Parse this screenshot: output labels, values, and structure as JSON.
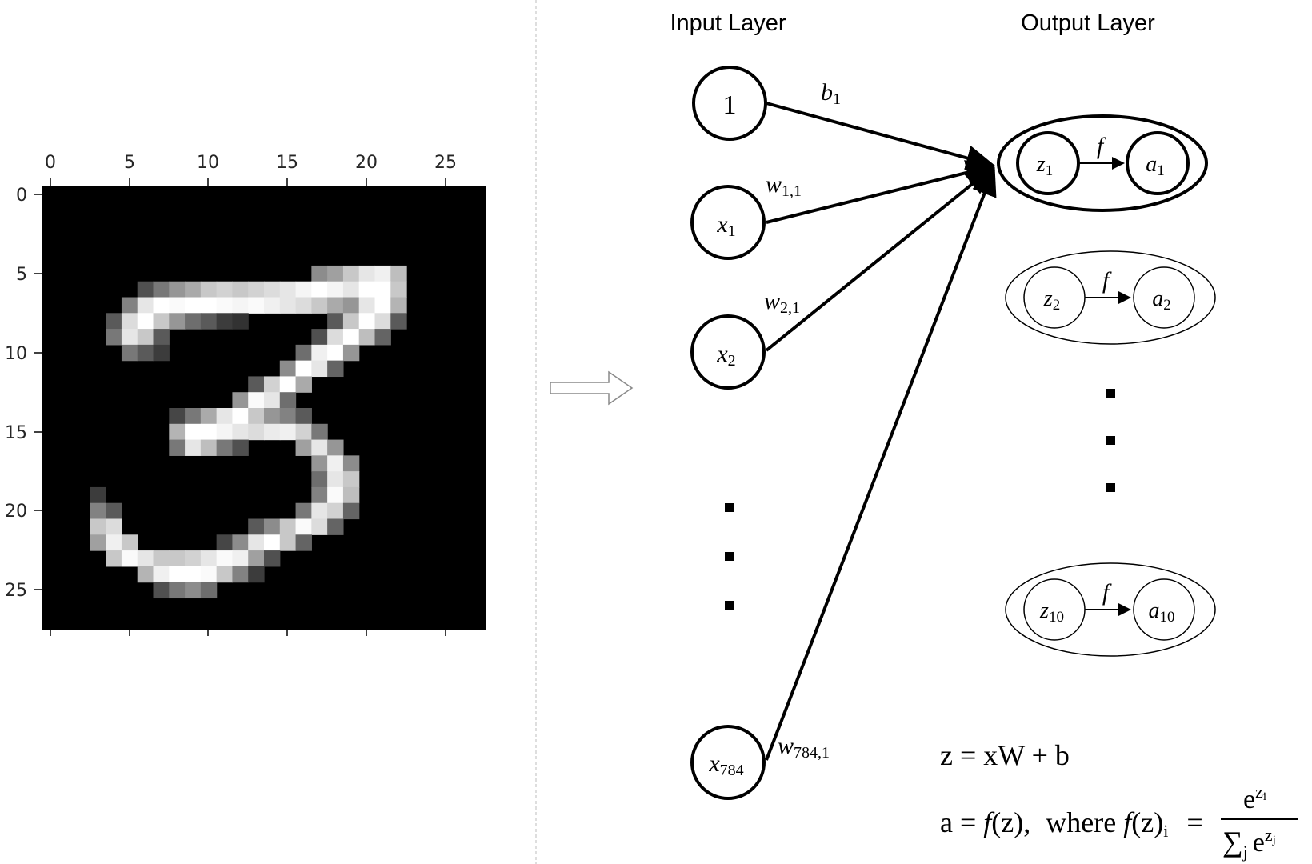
{
  "headers": {
    "input": "Input Layer",
    "output": "Output Layer"
  },
  "image_plot": {
    "x_ticks": [
      "0",
      "5",
      "10",
      "15",
      "20",
      "25"
    ],
    "y_ticks": [
      "0",
      "5",
      "10",
      "15",
      "20",
      "25"
    ],
    "xlim": [
      -0.5,
      27.5
    ],
    "ylim": [
      -0.5,
      27.5
    ],
    "pixels": [
      [
        5,
        17,
        140
      ],
      [
        5,
        18,
        160
      ],
      [
        5,
        19,
        200
      ],
      [
        5,
        20,
        230
      ],
      [
        5,
        21,
        240
      ],
      [
        5,
        22,
        190
      ],
      [
        6,
        6,
        80
      ],
      [
        6,
        7,
        120
      ],
      [
        6,
        8,
        150
      ],
      [
        6,
        9,
        170
      ],
      [
        6,
        10,
        200
      ],
      [
        6,
        11,
        210
      ],
      [
        6,
        12,
        200
      ],
      [
        6,
        13,
        210
      ],
      [
        6,
        14,
        220
      ],
      [
        6,
        15,
        230
      ],
      [
        6,
        16,
        245
      ],
      [
        6,
        17,
        255
      ],
      [
        6,
        18,
        245
      ],
      [
        6,
        19,
        230
      ],
      [
        6,
        20,
        255
      ],
      [
        6,
        21,
        255
      ],
      [
        6,
        22,
        200
      ],
      [
        7,
        5,
        130
      ],
      [
        7,
        6,
        230
      ],
      [
        7,
        7,
        255
      ],
      [
        7,
        8,
        250
      ],
      [
        7,
        9,
        255
      ],
      [
        7,
        10,
        255
      ],
      [
        7,
        11,
        250
      ],
      [
        7,
        12,
        245
      ],
      [
        7,
        13,
        250
      ],
      [
        7,
        14,
        240
      ],
      [
        7,
        15,
        230
      ],
      [
        7,
        16,
        220
      ],
      [
        7,
        17,
        200
      ],
      [
        7,
        18,
        170
      ],
      [
        7,
        19,
        150
      ],
      [
        7,
        20,
        230
      ],
      [
        7,
        21,
        255
      ],
      [
        7,
        22,
        180
      ],
      [
        8,
        4,
        90
      ],
      [
        8,
        5,
        220
      ],
      [
        8,
        6,
        255
      ],
      [
        8,
        7,
        200
      ],
      [
        8,
        8,
        150
      ],
      [
        8,
        9,
        110
      ],
      [
        8,
        10,
        90
      ],
      [
        8,
        11,
        60
      ],
      [
        8,
        12,
        50
      ],
      [
        8,
        18,
        90
      ],
      [
        8,
        19,
        200
      ],
      [
        8,
        20,
        255
      ],
      [
        8,
        21,
        220
      ],
      [
        8,
        22,
        90
      ],
      [
        9,
        4,
        120
      ],
      [
        9,
        5,
        230
      ],
      [
        9,
        6,
        200
      ],
      [
        9,
        7,
        90
      ],
      [
        9,
        17,
        80
      ],
      [
        9,
        18,
        220
      ],
      [
        9,
        19,
        255
      ],
      [
        9,
        20,
        190
      ],
      [
        9,
        21,
        100
      ],
      [
        10,
        5,
        120
      ],
      [
        10,
        6,
        90
      ],
      [
        10,
        7,
        60
      ],
      [
        10,
        16,
        110
      ],
      [
        10,
        17,
        240
      ],
      [
        10,
        18,
        255
      ],
      [
        10,
        19,
        150
      ],
      [
        11,
        15,
        140
      ],
      [
        11,
        16,
        255
      ],
      [
        11,
        17,
        230
      ],
      [
        11,
        18,
        100
      ],
      [
        12,
        13,
        90
      ],
      [
        12,
        14,
        210
      ],
      [
        12,
        15,
        255
      ],
      [
        12,
        16,
        170
      ],
      [
        13,
        12,
        150
      ],
      [
        13,
        13,
        250
      ],
      [
        13,
        14,
        230
      ],
      [
        13,
        15,
        110
      ],
      [
        14,
        8,
        70
      ],
      [
        14,
        9,
        120
      ],
      [
        14,
        10,
        170
      ],
      [
        14,
        11,
        230
      ],
      [
        14,
        12,
        255
      ],
      [
        14,
        13,
        200
      ],
      [
        14,
        14,
        150
      ],
      [
        14,
        15,
        130
      ],
      [
        14,
        16,
        90
      ],
      [
        15,
        8,
        180
      ],
      [
        15,
        9,
        255
      ],
      [
        15,
        10,
        255
      ],
      [
        15,
        11,
        245
      ],
      [
        15,
        12,
        230
      ],
      [
        15,
        13,
        220
      ],
      [
        15,
        14,
        235
      ],
      [
        15,
        15,
        240
      ],
      [
        15,
        16,
        210
      ],
      [
        15,
        17,
        120
      ],
      [
        16,
        8,
        120
      ],
      [
        16,
        9,
        230
      ],
      [
        16,
        10,
        190
      ],
      [
        16,
        11,
        120
      ],
      [
        16,
        12,
        80
      ],
      [
        16,
        16,
        160
      ],
      [
        16,
        17,
        230
      ],
      [
        16,
        18,
        150
      ],
      [
        17,
        17,
        150
      ],
      [
        17,
        18,
        240
      ],
      [
        17,
        19,
        140
      ],
      [
        18,
        17,
        110
      ],
      [
        18,
        18,
        230
      ],
      [
        18,
        19,
        200
      ],
      [
        19,
        3,
        60
      ],
      [
        19,
        17,
        130
      ],
      [
        19,
        18,
        250
      ],
      [
        19,
        19,
        190
      ],
      [
        20,
        3,
        130
      ],
      [
        20,
        4,
        90
      ],
      [
        20,
        16,
        120
      ],
      [
        20,
        17,
        230
      ],
      [
        20,
        18,
        210
      ],
      [
        20,
        19,
        100
      ],
      [
        21,
        3,
        200
      ],
      [
        21,
        4,
        220
      ],
      [
        21,
        13,
        90
      ],
      [
        21,
        14,
        140
      ],
      [
        21,
        15,
        200
      ],
      [
        21,
        16,
        250
      ],
      [
        21,
        17,
        220
      ],
      [
        21,
        18,
        100
      ],
      [
        22,
        3,
        160
      ],
      [
        22,
        4,
        240
      ],
      [
        22,
        5,
        200
      ],
      [
        22,
        11,
        70
      ],
      [
        22,
        12,
        140
      ],
      [
        22,
        13,
        230
      ],
      [
        22,
        14,
        255
      ],
      [
        22,
        15,
        200
      ],
      [
        22,
        16,
        100
      ],
      [
        23,
        4,
        200
      ],
      [
        23,
        5,
        250
      ],
      [
        23,
        6,
        230
      ],
      [
        23,
        7,
        200
      ],
      [
        23,
        8,
        200
      ],
      [
        23,
        9,
        210
      ],
      [
        23,
        10,
        230
      ],
      [
        23,
        11,
        250
      ],
      [
        23,
        12,
        240
      ],
      [
        23,
        13,
        160
      ],
      [
        23,
        14,
        80
      ],
      [
        24,
        6,
        180
      ],
      [
        24,
        7,
        240
      ],
      [
        24,
        8,
        255
      ],
      [
        24,
        9,
        255
      ],
      [
        24,
        10,
        250
      ],
      [
        24,
        11,
        200
      ],
      [
        24,
        12,
        130
      ],
      [
        24,
        13,
        60
      ],
      [
        25,
        7,
        80
      ],
      [
        25,
        8,
        120
      ],
      [
        25,
        9,
        140
      ],
      [
        25,
        10,
        110
      ]
    ]
  },
  "input_nodes": [
    {
      "main": "1",
      "sub": ""
    },
    {
      "main": "x",
      "sub": "1"
    },
    {
      "main": "x",
      "sub": "2"
    },
    {
      "main": "x",
      "sub": "784"
    }
  ],
  "edge_labels": [
    {
      "main": "b",
      "sub": "1"
    },
    {
      "main": "w",
      "sub": "1,1"
    },
    {
      "main": "w",
      "sub": "2,1"
    },
    {
      "main": "w",
      "sub": "784,1"
    }
  ],
  "output_units": [
    {
      "z": "z",
      "a": "a",
      "sub": "1",
      "f": "f"
    },
    {
      "z": "z",
      "a": "a",
      "sub": "2",
      "f": "f"
    },
    {
      "z": "z",
      "a": "a",
      "sub": "10",
      "f": "f"
    }
  ],
  "equations": {
    "eq1": "z = xW + b",
    "eq2_a": "a =",
    "eq2_fz": "f",
    "eq2_z": "(z),",
    "eq2_where": "where",
    "eq2_f": "f",
    "eq2_zi": "(z)",
    "eq2_i": "i",
    "eq2_eq": "=",
    "num_e": "e",
    "num_z": "z",
    "num_i": "i",
    "den_sum": "∑",
    "den_j": "j",
    "den_e": "e",
    "den_z": "z",
    "den_j2": "j"
  }
}
